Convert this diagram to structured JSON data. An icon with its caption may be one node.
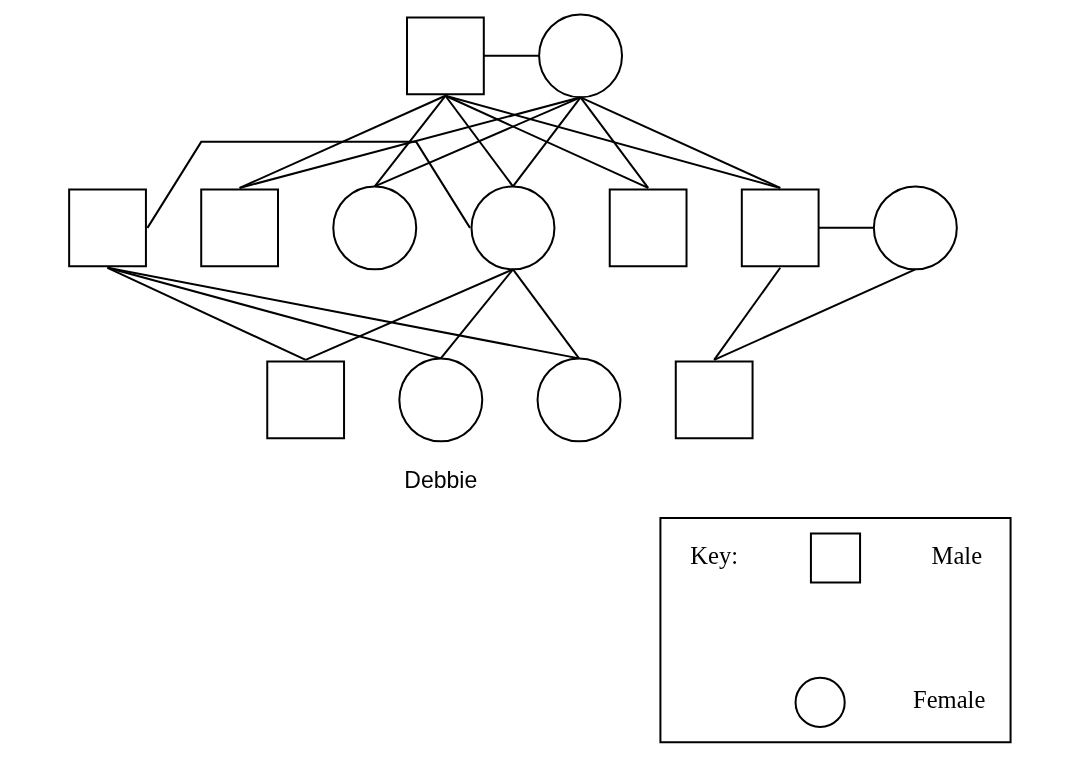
{
  "diagram": {
    "nodes": [
      {
        "text": [],
        "shape": "box"
      },
      {
        "text": [],
        "shape": "circle"
      },
      {
        "text": [],
        "shape": "box"
      },
      {
        "text": [],
        "shape": "box"
      },
      {
        "text": [],
        "shape": "circle"
      },
      {
        "text": [],
        "shape": "circle"
      },
      {
        "text": [],
        "shape": "box"
      },
      {
        "text": [],
        "shape": "box"
      },
      {
        "text": [],
        "shape": "circle"
      },
      {
        "text": [],
        "shape": "box"
      },
      {
        "text": [],
        "shape": "circle",
        "beside": [
          "Debbie"
        ]
      },
      {
        "text": [],
        "shape": "circle"
      },
      {
        "text": [],
        "shape": "box"
      },
      {
        "text": [
          "Key:"
        ]
      },
      {
        "text": [],
        "shape": "box",
        "in": 13
      },
      {
        "text": [],
        "shape": "circle",
        "in": 13
      }
    ],
    "edges": [
      {
        "from": 0,
        "to": 1,
        "arrow": "none"
      },
      {
        "from": 0,
        "to": 3,
        "arrow": "none"
      },
      {
        "from": 0,
        "to": 4,
        "arrow": "none"
      },
      {
        "from": 0,
        "to": 5,
        "arrow": "none"
      },
      {
        "from": 0,
        "to": 6,
        "arrow": "none"
      },
      {
        "from": 0,
        "to": 7,
        "arrow": "none"
      },
      {
        "from": 1,
        "to": 3,
        "arrow": "none"
      },
      {
        "from": 1,
        "to": 4,
        "arrow": "none"
      },
      {
        "from": 1,
        "to": 5,
        "arrow": "none"
      },
      {
        "from": 1,
        "to": 6,
        "arrow": "none"
      },
      {
        "from": 1,
        "to": 7,
        "arrow": "none"
      },
      {
        "from": 2,
        "to": 5,
        "arrow": "none"
      },
      {
        "from": 2,
        "to": 9,
        "arrow": "none"
      },
      {
        "from": 2,
        "to": 10,
        "arrow": "none"
      },
      {
        "from": 2,
        "to": 11,
        "arrow": "none"
      },
      {
        "from": 5,
        "to": 9,
        "arrow": "none"
      },
      {
        "from": 5,
        "to": 10,
        "arrow": "none"
      },
      {
        "from": 5,
        "to": 11,
        "arrow": "none"
      },
      {
        "from": 7,
        "to": 8,
        "arrow": "none"
      },
      {
        "from": 7,
        "to": 12,
        "arrow": "none"
      },
      {
        "from": 8,
        "to": 12,
        "arrow": "none"
      }
    ],
    "legend": [
      {
        "text": "Male"
      },
      {
        "text": "Female"
      }
    ]
  }
}
